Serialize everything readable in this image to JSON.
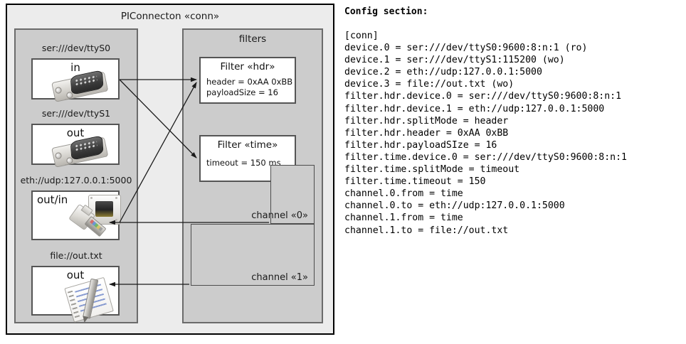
{
  "diagram": {
    "outer_box": {
      "title": "PIConnecton «conn»"
    },
    "devices_panel": {
      "devices": [
        {
          "label": "ser:///dev/ttyS0",
          "caption": "in",
          "art": "serial-connector-icon"
        },
        {
          "label": "ser:///dev/ttyS1",
          "caption": "out",
          "art": "serial-connector-icon"
        },
        {
          "label": "eth://udp:127.0.0.1:5000",
          "caption": "out/in",
          "art": "ethernet-connector-icon"
        },
        {
          "label": "file://out.txt",
          "caption": "out",
          "art": "text-file-icon"
        }
      ]
    },
    "filters_panel": {
      "title": "filters",
      "filters": [
        {
          "title": "Filter «hdr»",
          "props": [
            "header = 0xAA 0xBB",
            "payloadSize = 16"
          ]
        },
        {
          "title": "Filter «time»",
          "props": [
            "timeout = 150 ms"
          ]
        }
      ],
      "channels": [
        {
          "label": "channel «0»"
        },
        {
          "label": "channel «1»"
        }
      ]
    }
  },
  "config": {
    "heading": "Config section:",
    "text": "[conn]\ndevice.0 = ser:///dev/ttyS0:9600:8:n:1 (ro)\ndevice.1 = ser:///dev/ttyS1:115200 (wo)\ndevice.2 = eth://udp:127.0.0.1:5000\ndevice.3 = file://out.txt (wo)\nfilter.hdr.device.0 = ser:///dev/ttyS0:9600:8:n:1\nfilter.hdr.device.1 = eth://udp:127.0.0.1:5000\nfilter.hdr.splitMode = header\nfilter.hdr.header = 0xAA 0xBB\nfilter.hdr.payloadSIze = 16\nfilter.time.device.0 = ser:///dev/ttyS0:9600:8:n:1\nfilter.time.splitMode = timeout\nfilter.time.timeout = 150\nchannel.0.from = time\nchannel.0.to = eth://udp:127.0.0.1:5000\nchannel.1.from = time\nchannel.1.to = file://out.txt"
  },
  "colors": {
    "canvas": "#ffffff",
    "outer_fill": "#ececec",
    "panel_fill": "#cccccc",
    "box_fill": "#ffffff",
    "stroke": "#000000"
  }
}
